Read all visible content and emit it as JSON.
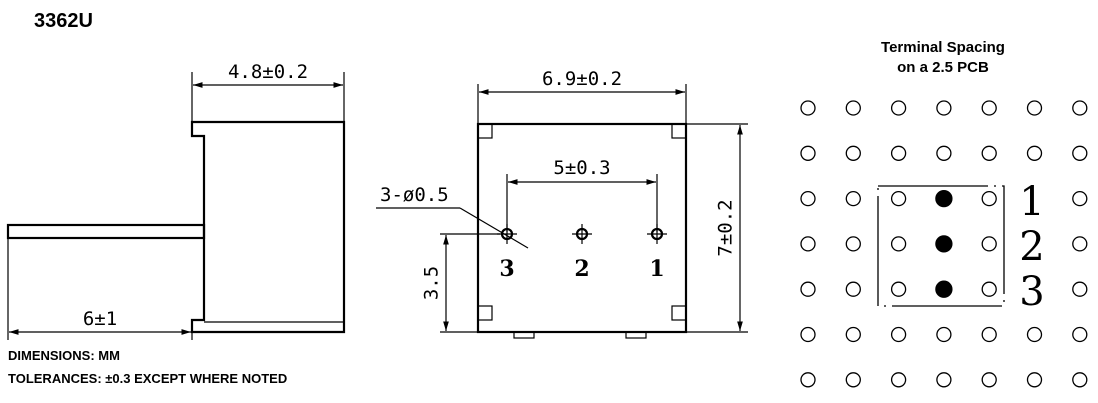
{
  "title": "3362U",
  "notes": {
    "line1": "DIMENSIONS: MM",
    "line2": "TOLERANCES: ±0.3  EXCEPT WHERE NOTED"
  },
  "side_view": {
    "depth": "4.8±0.2",
    "lead_length": "6±1"
  },
  "front_view": {
    "width": "6.9±0.2",
    "height": "7±0.2",
    "pin_pitch": "5±0.3",
    "hole_size": "3-ø0.5",
    "pin_height": "3.5",
    "pins": [
      "3",
      "2",
      "1"
    ]
  },
  "pcb": {
    "title_line1": "Terminal Spacing",
    "title_line2": "on a 2.5 PCB",
    "cols": 7,
    "rows": 7,
    "filled": [
      [
        4,
        3
      ],
      [
        4,
        4
      ],
      [
        4,
        5
      ]
    ],
    "labels": [
      "1",
      "2",
      "3"
    ]
  }
}
